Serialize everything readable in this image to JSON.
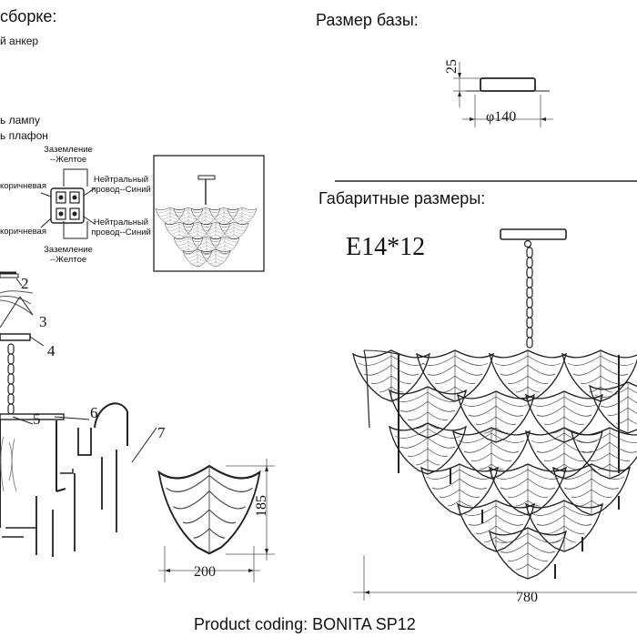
{
  "assembly": {
    "heading": "сборке:",
    "steps": [
      "й анкер",
      "ь лампу",
      "ь плафон"
    ],
    "wiring": {
      "ground_top": [
        "Заземление",
        "--Желтое"
      ],
      "neutral_top": [
        "Нейтральный",
        "провод--Синий"
      ],
      "brown_top": "коричневая",
      "brown_bottom": "коричневая",
      "neutral_bottom": [
        "Нейтральный",
        "провод--Синий"
      ],
      "ground_bottom": [
        "Заземление",
        "--Желтое"
      ]
    },
    "callouts": [
      "2",
      "3",
      "4",
      "5",
      "6",
      "7"
    ]
  },
  "base": {
    "heading": "Размер базы:",
    "height_label": "25",
    "diameter_label": "φ140"
  },
  "overall": {
    "heading": "Габаритные размеры:",
    "lamp_spec": "E14*12",
    "width_label": "780"
  },
  "petal": {
    "width_label": "200",
    "height_label": "185"
  },
  "footer": {
    "product_coding": "Product coding: BONITA SP12"
  }
}
